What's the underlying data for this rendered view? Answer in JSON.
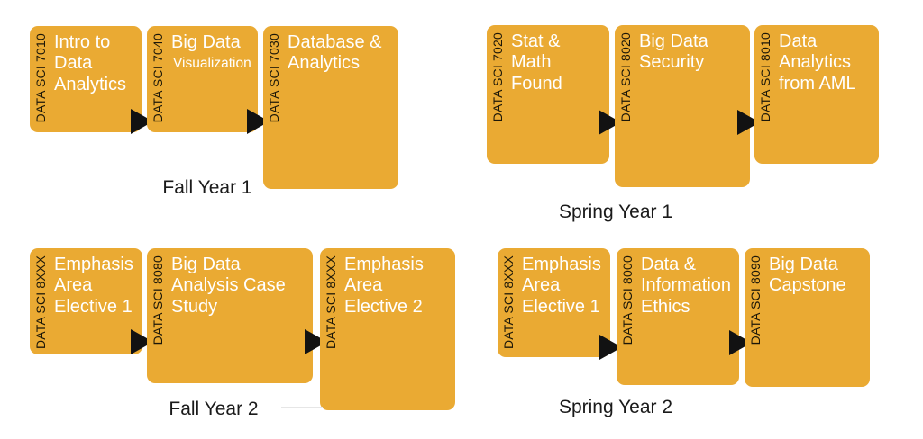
{
  "colors": {
    "background": "#FFFFFF",
    "card_fill": "#EAAA33",
    "card_title_text": "#FFFFFF",
    "course_code_text": "#1C1708",
    "arrow": "#121212",
    "label_text": "#1A1A1A"
  },
  "groups": [
    {
      "label": "Fall Year 1",
      "cards": [
        {
          "code": "DATA SCI 7010",
          "title": "Intro to\nData\nAnalytics"
        },
        {
          "code": "DATA SCI 7040",
          "title": "Big Data",
          "subtitle": "Visualization"
        },
        {
          "code": "DATA SCI 7030",
          "title": "Database &\nAnalytics"
        }
      ]
    },
    {
      "label": "Spring Year 1",
      "cards": [
        {
          "code": "DATA SCI 7020",
          "title": "Stat &\nMath\nFound"
        },
        {
          "code": "DATA SCI 8020",
          "title": "Big Data\nSecurity"
        },
        {
          "code": "DATA SCI 8010",
          "title": "Data\nAnalytics\nfrom AML"
        }
      ]
    },
    {
      "label": "Fall Year 2",
      "cards": [
        {
          "code": "DATA SCI 8XXX",
          "title": "Emphasis\nArea\nElective 1"
        },
        {
          "code": "DATA SCI 8080",
          "title": "Big Data\nAnalysis Case\nStudy"
        },
        {
          "code": "DATA SCI 8XXX",
          "title": "Emphasis\nArea\nElective 2"
        }
      ]
    },
    {
      "label": "Spring Year 2",
      "cards": [
        {
          "code": "DATA SCI 8XXX",
          "title": "Emphasis\nArea\nElective 1"
        },
        {
          "code": "DATA SCI 8000",
          "title": "Data &\nInformation\nEthics"
        },
        {
          "code": "DATA SCI 8090",
          "title": "Big Data\nCapstone"
        }
      ]
    }
  ]
}
